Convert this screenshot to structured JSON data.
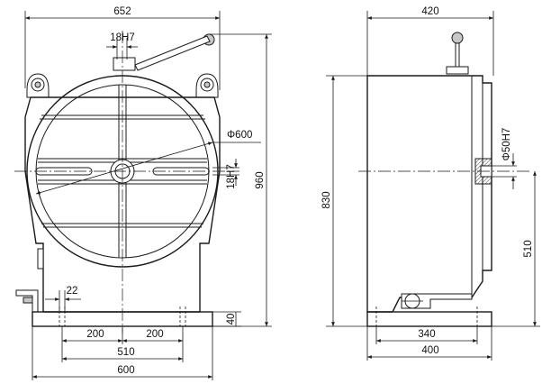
{
  "front_view": {
    "dim_overall_width": "652",
    "dim_slot_top": "18H7",
    "dim_table_diameter": "Φ600",
    "dim_slot_side": "18H7",
    "dim_overall_height": "960",
    "dim_slot_spacing_small": "22",
    "dim_bolt_spacing_left": "200",
    "dim_bolt_spacing_right": "200",
    "dim_base_hole_span": "510",
    "dim_base_width": "600",
    "dim_base_height": "40"
  },
  "side_view": {
    "dim_depth": "420",
    "dim_center_height_total": "830",
    "dim_bore": "Φ50H7",
    "dim_center_height": "510",
    "dim_base_hole_span": "340",
    "dim_base_depth": "400"
  },
  "colors": {
    "line": "#1a1a1a",
    "fill": "#c8c8c8"
  }
}
